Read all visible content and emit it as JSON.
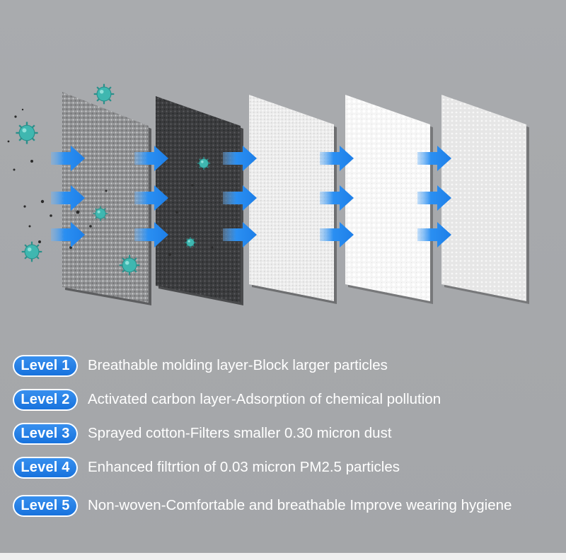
{
  "levels": [
    {
      "badge": "Level 1",
      "text": "Breathable molding layer-Block larger particles"
    },
    {
      "badge": "Level 2",
      "text": "Activated carbon layer-Adsorption of chemical pollution"
    },
    {
      "badge": "Level 3",
      "text": "Sprayed cotton-Filters smaller 0.30 micron dust"
    },
    {
      "badge": "Level 4",
      "text": "Enhanced filtrtion of 0.03 micron PM2.5 particles"
    },
    {
      "badge": "Level 5",
      "text": "Non-woven-Comfortable and breathable Improve wearing hygiene"
    }
  ],
  "colors": {
    "badge": "#1f7be6",
    "arrow": "#1e8cf5",
    "virus": "#3fb7b0",
    "background": "#a8aaad"
  },
  "icons": {
    "arrow": "arrow-right-icon",
    "particle": "virus-particle-icon"
  }
}
